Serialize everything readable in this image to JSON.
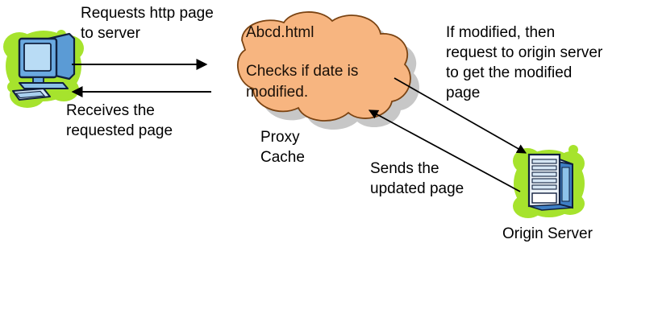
{
  "diagram": {
    "title": "Proxy Cache HTTP request flow",
    "background_color": "#ffffff",
    "text_color": "#000000"
  },
  "nodes": [
    {
      "id": "client",
      "icon": "desktop-computer-icon",
      "label": "",
      "colors": {
        "blob": "#a6e32d",
        "screen": "#a8d4f0",
        "case": "#5b9bd5",
        "outline": "#1b2a4a"
      }
    },
    {
      "id": "proxy-cache",
      "icon": "cloud-icon",
      "label": "Proxy\nCache",
      "line1": "Abcd.html",
      "line2": "Checks if date is\nmodified.",
      "colors": {
        "fill": "#f7b580",
        "outline": "#6b3a10",
        "shadow": "#9a9a9a"
      }
    },
    {
      "id": "origin-server",
      "icon": "server-rack-icon",
      "label": "Origin Server",
      "colors": {
        "blob": "#a6e32d",
        "body": "#4a8fd4",
        "front": "#eef4fa",
        "outline": "#1b2a4a"
      }
    }
  ],
  "annotations": [
    {
      "id": "request-http",
      "text": "Requests http page\nto server"
    },
    {
      "id": "receives-page",
      "text": "Receives the\nrequested page"
    },
    {
      "id": "if-modified",
      "text": "If modified, then\nrequest to origin server\nto get the modified\npage"
    },
    {
      "id": "sends-updated",
      "text": "Sends the\nupdated page"
    }
  ],
  "arrows": [
    {
      "id": "client-to-proxy",
      "from": "client",
      "to": "proxy-cache",
      "direction": "right"
    },
    {
      "id": "proxy-to-client",
      "from": "proxy-cache",
      "to": "client",
      "direction": "left"
    },
    {
      "id": "proxy-to-server",
      "from": "proxy-cache",
      "to": "origin-server",
      "direction": "down-right"
    },
    {
      "id": "server-to-proxy",
      "from": "origin-server",
      "to": "proxy-cache",
      "direction": "up-left"
    }
  ]
}
